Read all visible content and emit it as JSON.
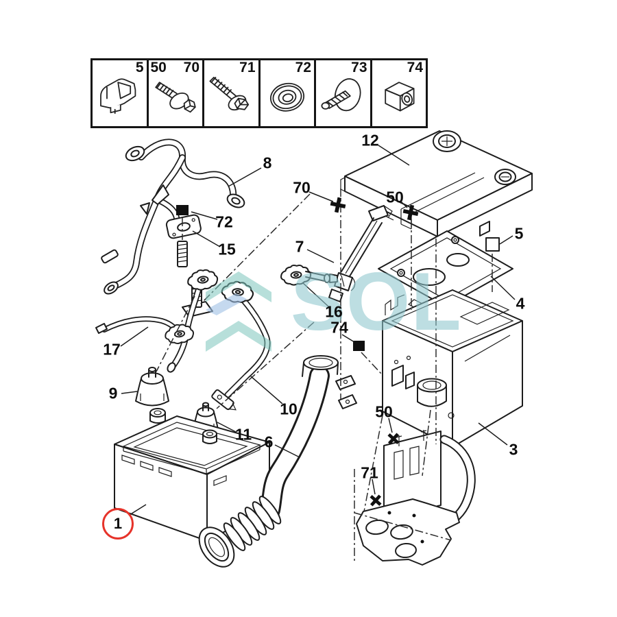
{
  "legend": {
    "cells": [
      {
        "labels": [
          "5"
        ],
        "icon": "retainer-clip-icon"
      },
      {
        "labels": [
          "50",
          "70"
        ],
        "icon": "bolt-with-washer-icon"
      },
      {
        "labels": [
          "71"
        ],
        "icon": "flange-bolt-icon"
      },
      {
        "labels": [
          "72"
        ],
        "icon": "grommet-washer-icon"
      },
      {
        "labels": [
          "73"
        ],
        "icon": "screw-with-ring-icon"
      },
      {
        "labels": [
          "74"
        ],
        "icon": "square-nut-icon"
      }
    ]
  },
  "callouts": [
    {
      "label": "8"
    },
    {
      "label": "72"
    },
    {
      "label": "15"
    },
    {
      "label": "12"
    },
    {
      "label": "70"
    },
    {
      "label": "50"
    },
    {
      "label": "7"
    },
    {
      "label": "5"
    },
    {
      "label": "4"
    },
    {
      "label": "16"
    },
    {
      "label": "74"
    },
    {
      "label": "17"
    },
    {
      "label": "9"
    },
    {
      "label": "10"
    },
    {
      "label": "11"
    },
    {
      "label": "6"
    },
    {
      "label": "3"
    },
    {
      "label": "50"
    },
    {
      "label": "71"
    },
    {
      "label": "1",
      "highlighted": true
    }
  ],
  "watermark": {
    "text": "SOL"
  },
  "colors": {
    "line": "#1c1c1c",
    "highlight_red": "#e6332a",
    "logo_teal": "#7cc5bc",
    "logo_blue": "#9fc0e4",
    "watermark_text": "#8ec7ce"
  }
}
